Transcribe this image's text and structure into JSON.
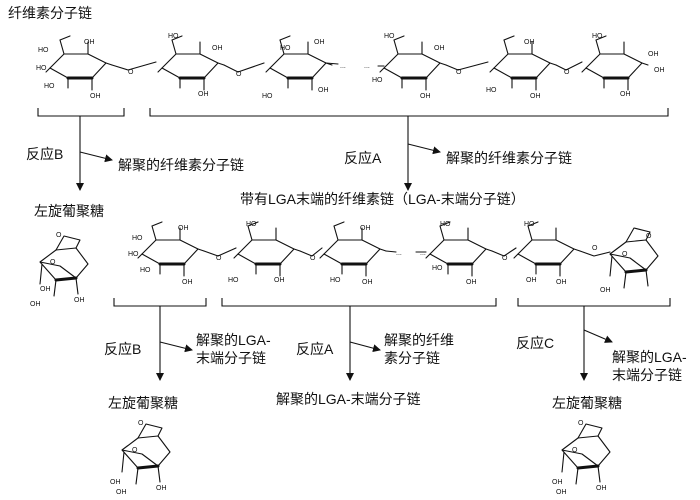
{
  "labels": {
    "cellulose_chain": "纤维素分子链",
    "reaction_a": "反应A",
    "reaction_b": "反应B",
    "reaction_c": "反应C",
    "depoly_cellulose": "解聚的纤维素分子链",
    "lga_chain_title": "带有LGA末端的纤维素链（LGA-末端分子链）",
    "levoglucosan": "左旋葡聚糖",
    "depoly_lga_line1": "解聚的LGA-",
    "depoly_lga_line2": "末端分子链",
    "depoly_cell_line1": "解聚的纤维",
    "depoly_cell_line2": "素分子链",
    "depoly_lga_chain": "解聚的LGA-末端分子链",
    "oh": "OH",
    "ho": "HO",
    "o": "O",
    "dots": "..."
  }
}
